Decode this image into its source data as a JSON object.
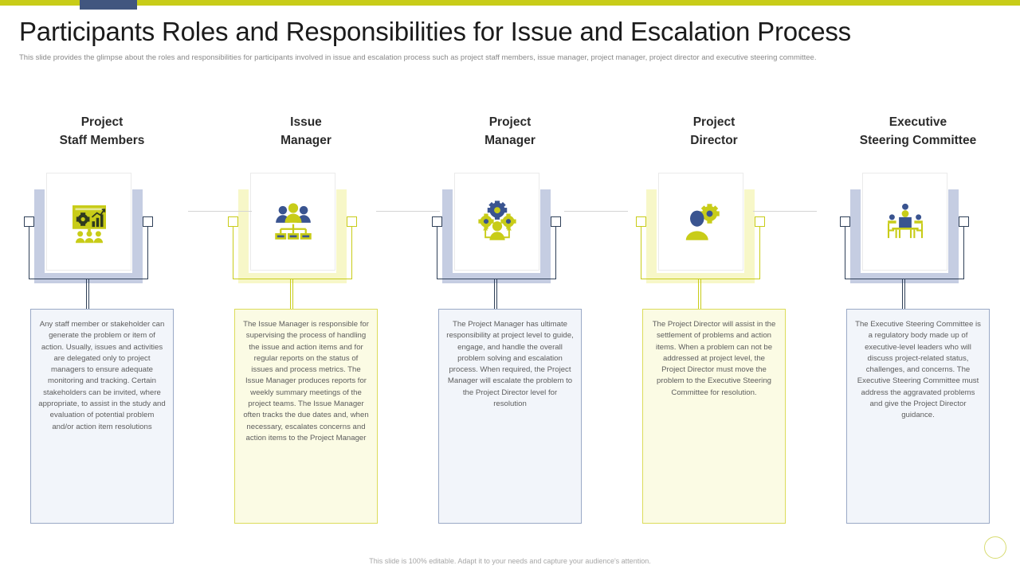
{
  "top_bar": {
    "bar_color": "#c8cc18",
    "accent_color": "#41567f"
  },
  "header": {
    "title": "Participants Roles and Responsibilities for Issue and Escalation Process",
    "subtitle": "This slide provides the glimpse about the roles and responsibilities for participants involved in issue and escalation process such as project staff members, issue manager, project manager, project director and executive steering committee."
  },
  "palette": {
    "blue_frame": "#c5cde2",
    "blue_node": "#2f4058",
    "blue_card_bg": "#f2f5fa",
    "blue_card_border": "#9aa9c6",
    "yellow_frame": "#f7f7c8",
    "yellow_node": "#c8cc18",
    "yellow_card_bg": "#fbfbe4",
    "yellow_card_border": "#dcdc5a",
    "icon_yellow": "#c8cc18",
    "icon_blue": "#3a5490",
    "link_line": "#d4d4d4"
  },
  "columns": [
    {
      "heading": "Project\nStaff Members",
      "icon": "presentation-analytics-team-icon",
      "theme": "blue",
      "body": "Any  staff member or stakeholder can generate the problem or item of action. Usually, issues and activities are delegated only to  project managers to ensure adequate monitoring and tracking. Certain stakeholders can be invited, where appropriate, to assist in the study and evaluation of potential problem and/or action item resolutions"
    },
    {
      "heading": "Issue\nManager",
      "icon": "org-chart-team-icon",
      "theme": "yellow",
      "body": "The Issue Manager is responsible for supervising the process of handling the issue and action items and for regular reports on the status of issues and process metrics. The Issue Manager produces reports for weekly summary meetings of the project teams. The Issue Manager often tracks the due dates and, when necessary, escalates concerns and action items to the Project Manager"
    },
    {
      "heading": "Project\nManager",
      "icon": "person-gears-process-icon",
      "theme": "blue",
      "body": "The Project Manager has ultimate responsibility at project level to  guide, engage, and handle the overall problem solving and escalation process. When required, the Project Manager will escalate the problem to the Project Director level for resolution"
    },
    {
      "heading": "Project\nDirector",
      "icon": "person-gear-icon",
      "theme": "yellow",
      "body": "The Project Director will assist in the settlement of problems and action items. When a problem can not be addressed at project level, the Project Director must move the problem to the Executive Steering Committee for resolution."
    },
    {
      "heading": "Executive\nSteering Committee",
      "icon": "meeting-table-icon",
      "theme": "blue",
      "body": "The Executive Steering Committee is a regulatory body made up of executive-level leaders who will discuss project-related status, challenges, and concerns. The Executive Steering Committee must address the aggravated problems and give the Project Director guidance."
    }
  ],
  "footer": {
    "note": "This slide is 100% editable.  Adapt it to your needs and capture your audience's attention."
  }
}
